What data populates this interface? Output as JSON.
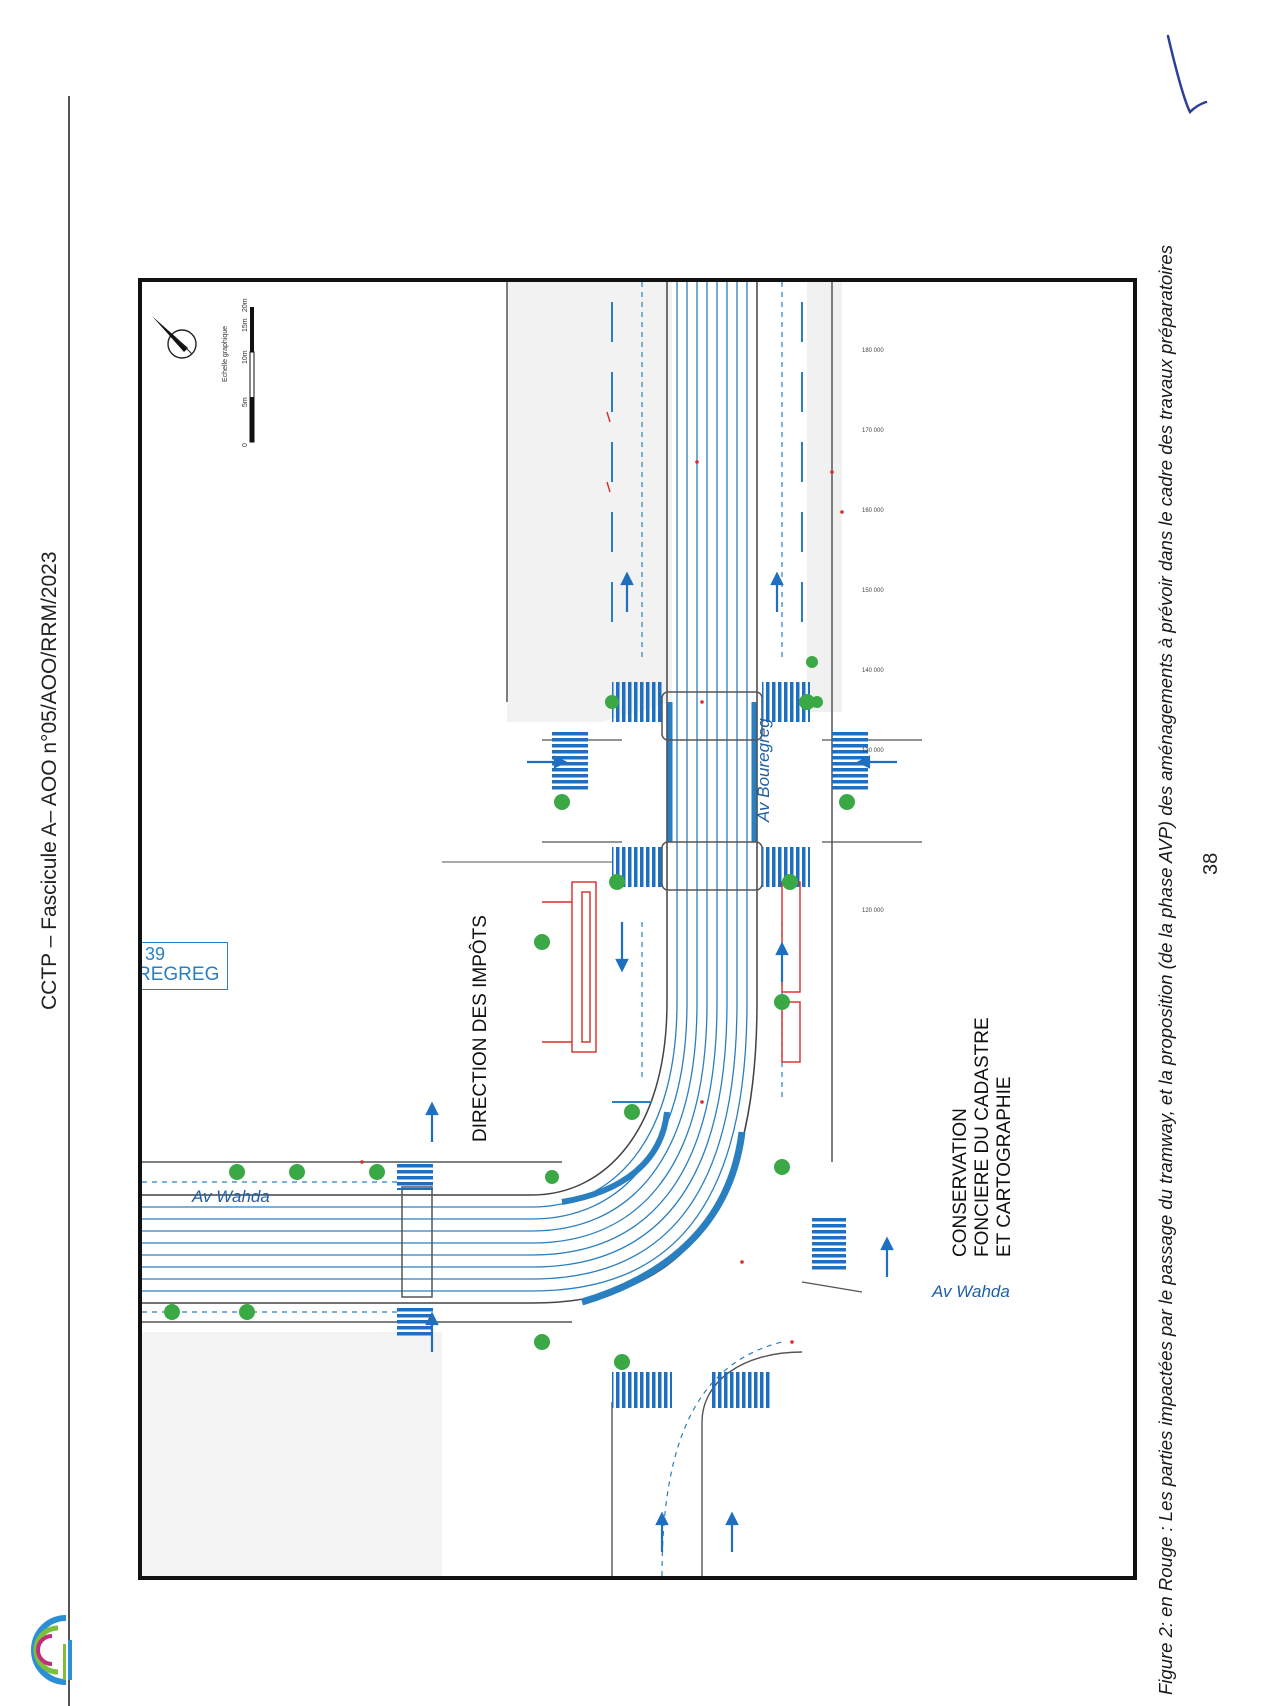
{
  "header": {
    "title": "CCTP – Fascicule A– AOO n°05/AOO/RRM/2023"
  },
  "plan": {
    "buildings": {
      "direction_impots": "DIRECTION DES IMPÔTS",
      "conservation_line1": "CONSERVATION",
      "conservation_line2": "FONCIERE DU CADASTRE",
      "conservation_line3": "ET CARTOGRAPHIE"
    },
    "streets": {
      "wahda_top": "Av Wahda",
      "wahda_right": "Av Wahda",
      "bouregreg": "Av Bouregreg"
    },
    "station_tag": {
      "number": "39",
      "name": "REGREG"
    },
    "scale_bar": {
      "title": "Echelle graphique",
      "ticks": [
        "0",
        "5m",
        "10m",
        "15m",
        "20m"
      ]
    },
    "colors": {
      "tramway": "#2a7fc0",
      "impacted": "#d92b2b",
      "crossing": "#1f6fc0",
      "tree": "#3aa845"
    }
  },
  "caption": {
    "text": "Figure 2: en Rouge : Les parties impactées par le passage du tramway, et la proposition (de la phase AVP) des aménagements à prévoir dans le cadre des travaux préparatoires"
  },
  "page": {
    "number": "38"
  }
}
